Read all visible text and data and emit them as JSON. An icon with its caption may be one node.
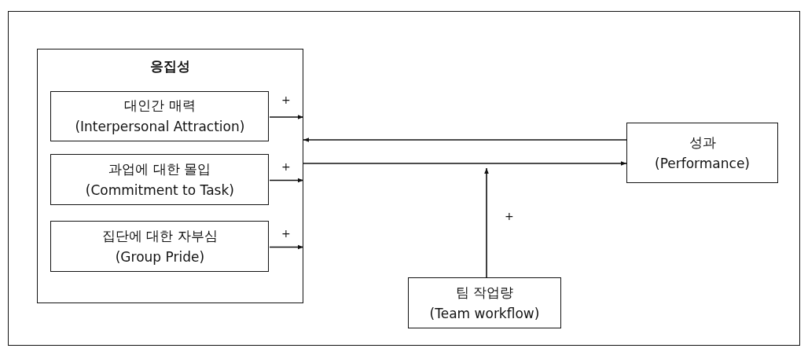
{
  "diagram": {
    "nodes": [
      {
        "text": [
          "응집성"
        ]
      },
      {
        "text": [
          "대인간 매력",
          "(Interpersonal Attraction)"
        ],
        "in": 0
      },
      {
        "text": [
          "과업에 대한 몰입",
          "(Commitment to Task)"
        ],
        "in": 0
      },
      {
        "text": [
          "집단에 대한 자부심",
          "(Group Pride)"
        ],
        "in": 0
      },
      {
        "text": [
          "성과",
          "(Performance)"
        ]
      },
      {
        "text": [
          "팀 작업량",
          "(Team workflow)"
        ]
      }
    ],
    "edges": [
      {
        "from": 1,
        "to": 0,
        "arrow": "to",
        "label": "+"
      },
      {
        "from": 2,
        "to": 0,
        "arrow": "to",
        "label": "+"
      },
      {
        "from": 3,
        "to": 0,
        "arrow": "to",
        "label": "+"
      },
      {
        "from": 4,
        "to": 0,
        "arrow": "to"
      },
      {
        "from": 0,
        "to": 4,
        "arrow": "to"
      },
      {
        "from": 5,
        "to": null,
        "arrow": "to",
        "label": "+"
      }
    ]
  }
}
